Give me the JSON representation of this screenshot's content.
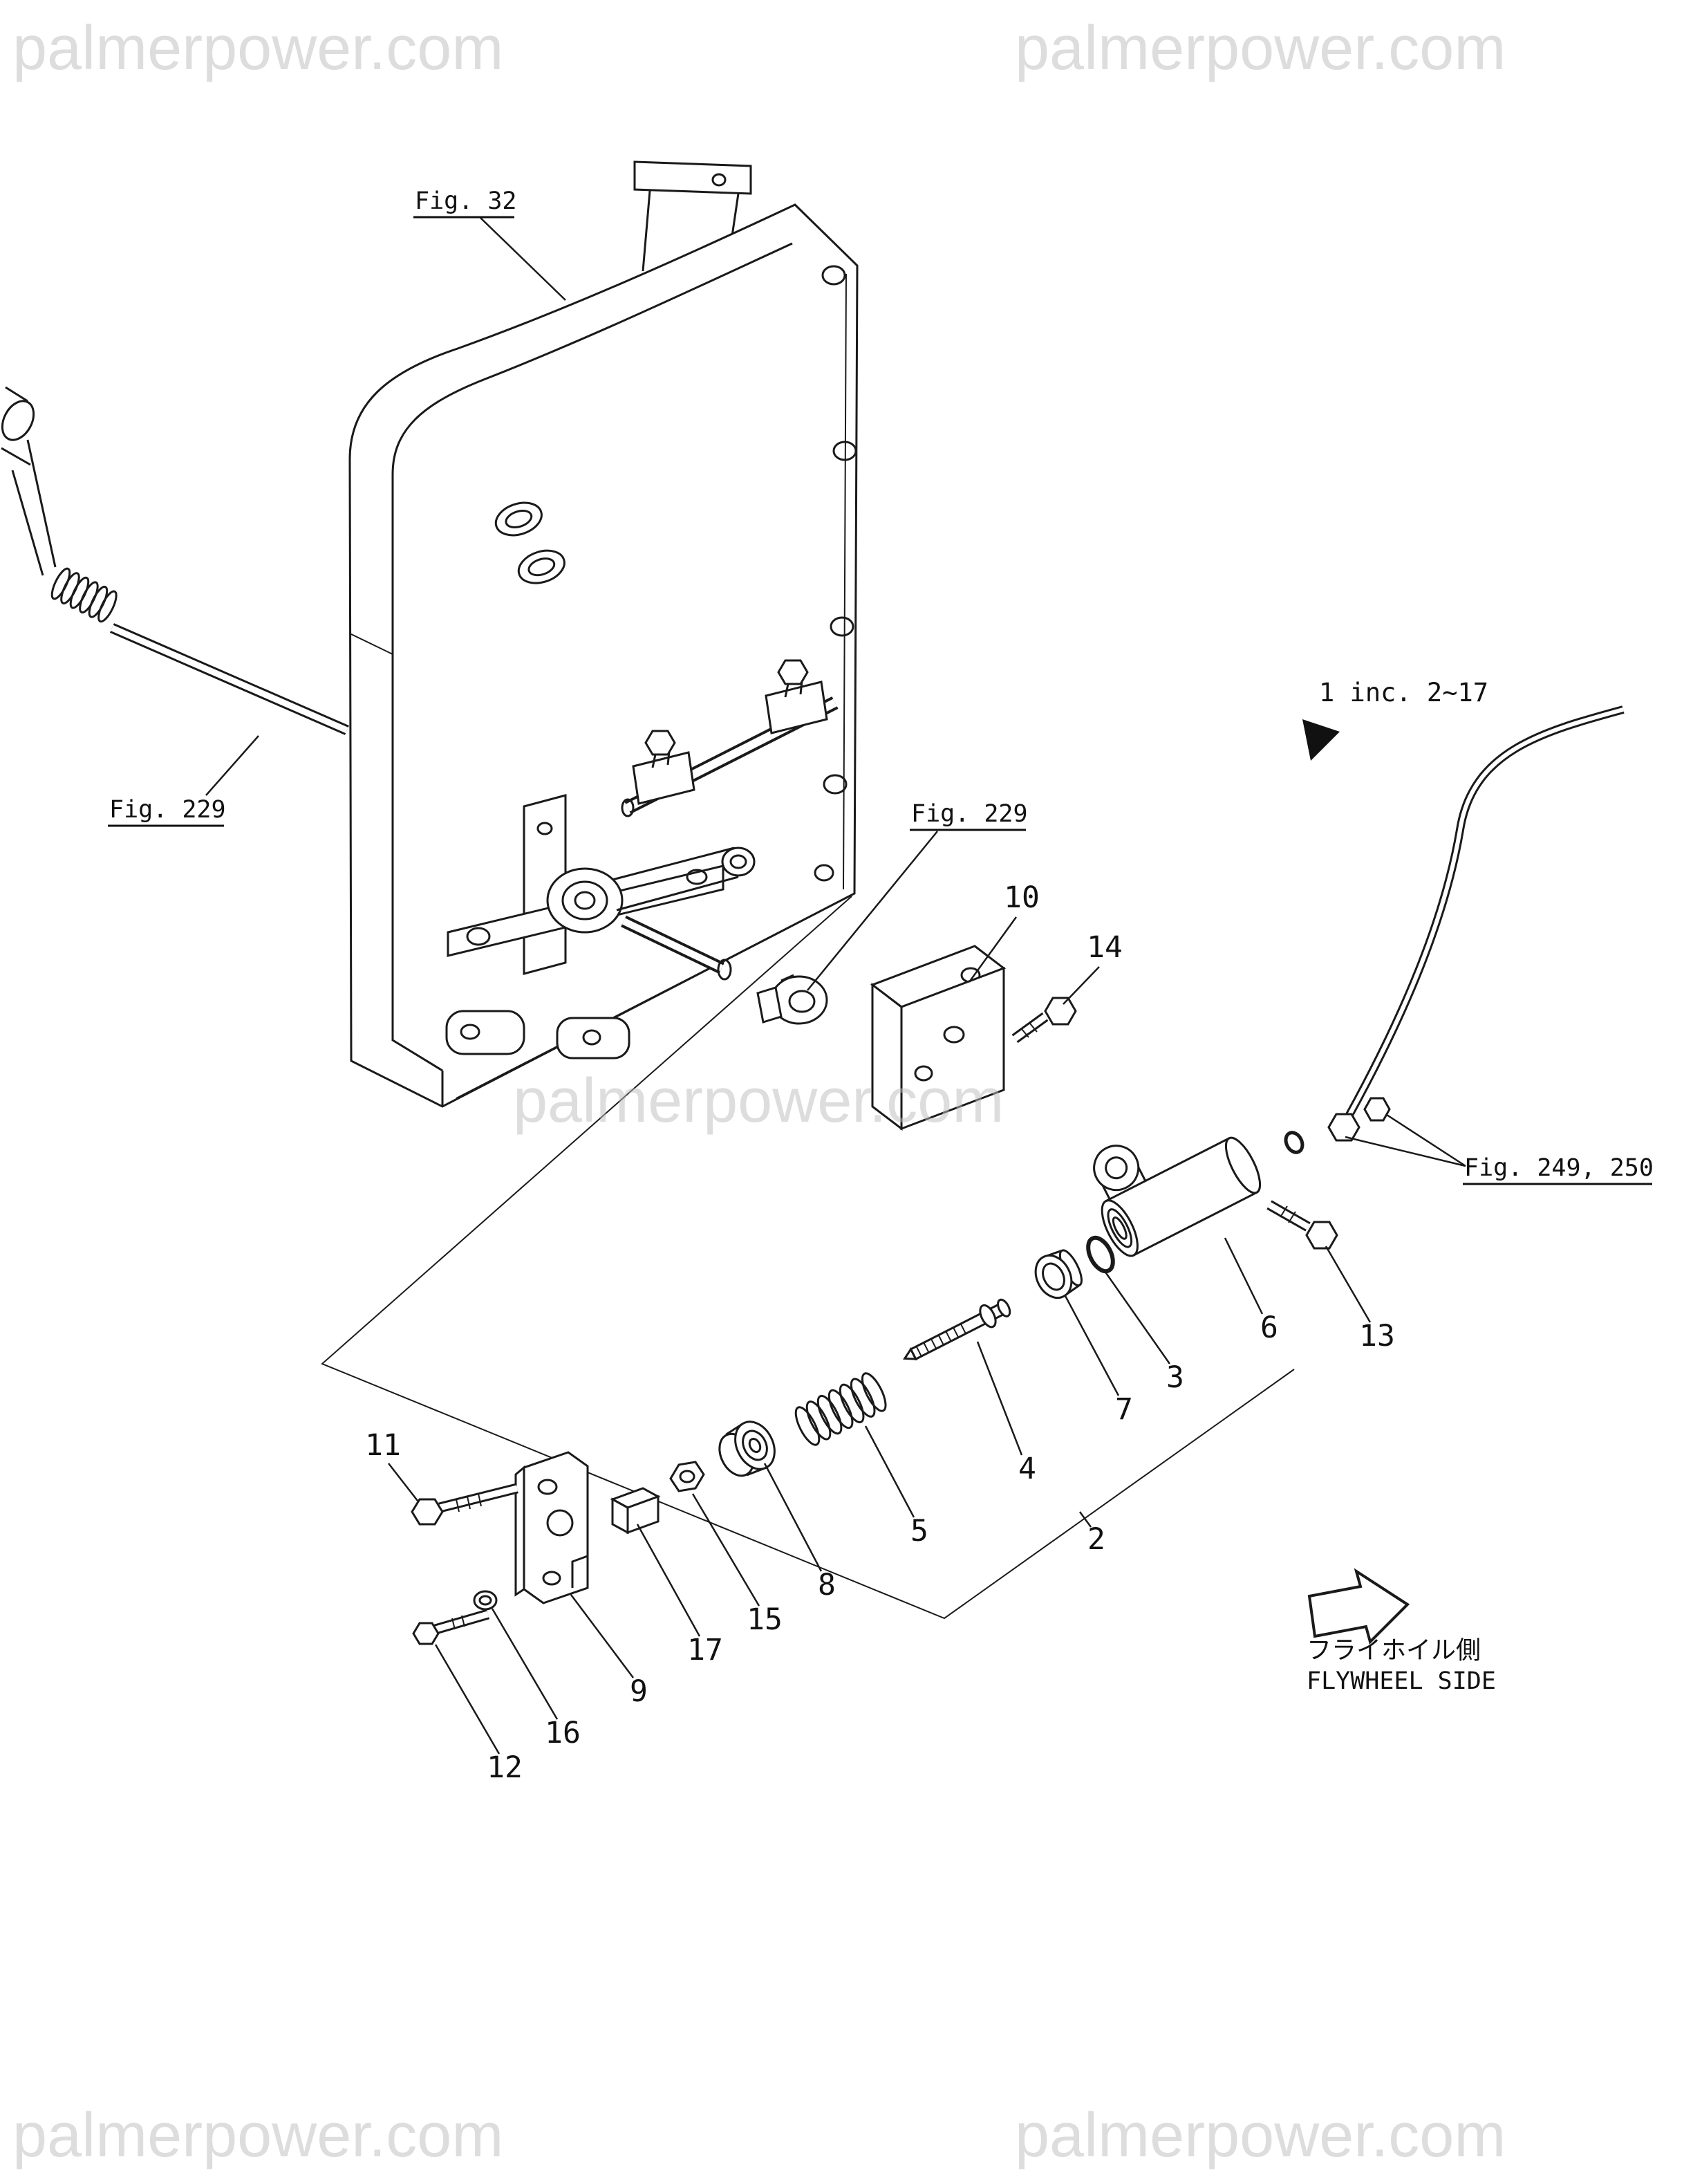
{
  "colors": {
    "line": "#1a1a1a",
    "watermark": "#bdbdbd"
  },
  "watermark": {
    "text": "palmerpower.com"
  },
  "figure_refs": {
    "fig32": "Fig. 32",
    "fig229_left": "Fig. 229",
    "fig229_mid": "Fig. 229",
    "fig249_250": "Fig. 249, 250"
  },
  "annotations": {
    "assembly_note": "1 inc. 2~17",
    "flywheel_side_jp": "フライホイル側",
    "flywheel_side_en": "FLYWHEEL SIDE"
  },
  "callouts": {
    "n2": "2",
    "n3": "3",
    "n4": "4",
    "n5": "5",
    "n6": "6",
    "n7": "7",
    "n8": "8",
    "n9": "9",
    "n10": "10",
    "n11": "11",
    "n12": "12",
    "n13": "13",
    "n14": "14",
    "n15": "15",
    "n16": "16",
    "n17": "17"
  }
}
